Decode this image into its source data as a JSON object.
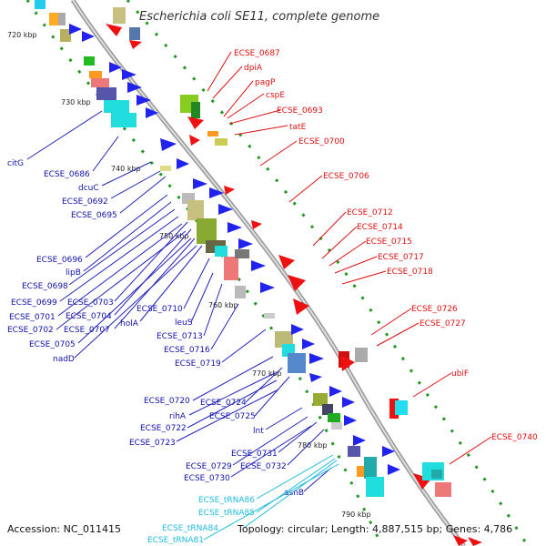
{
  "title": "Escherichia coli SE11, complete genome",
  "footer": {
    "accession": "Accession: NC_011415",
    "topology": "Topology: circular; Length: 4,887,515 bp; Genes: 4,786"
  },
  "colors": {
    "forward_label": "#dd1111",
    "reverse_label": "#1111aa",
    "trna_label": "#22bbdd",
    "backbone": "#888888",
    "tick_dash": "#228822"
  },
  "ticks": [
    "720 kbp",
    "730 kbp",
    "740 kbp",
    "750 kbp",
    "760 kbp",
    "770 kbp",
    "780 kbp",
    "790 kbp"
  ],
  "forward_labels": [
    "ECSE_0687",
    "dpiA",
    "pagP",
    "cspE",
    "ECSE_0693",
    "tatE",
    "ECSE_0700",
    "ECSE_0706",
    "ECSE_0712",
    "ECSE_0714",
    "ECSE_0715",
    "ECSE_0717",
    "ECSE_0718",
    "ECSE_0726",
    "ECSE_0727",
    "ubiF",
    "ECSE_0740"
  ],
  "reverse_labels": [
    "citG",
    "ECSE_0686",
    "dcuC",
    "ECSE_0692",
    "ECSE_0695",
    "ECSE_0696",
    "lipB",
    "ECSE_0698",
    "ECSE_0699",
    "ECSE_0703",
    "ECSE_0701",
    "ECSE_0704",
    "ECSE_0702",
    "ECSE_0707",
    "holA",
    "ECSE_0710",
    "ECSE_0705",
    "nadD",
    "leuS",
    "ECSE_0713",
    "ECSE_0716",
    "ECSE_0719",
    "ECSE_0720",
    "ECSE_0724",
    "rihA",
    "ECSE_0725",
    "ECSE_0722",
    "lnt",
    "ECSE_0723",
    "ECSE_0731",
    "ECSE_0729",
    "ECSE_0732",
    "ECSE_0730",
    "asnB"
  ],
  "trna_labels": [
    "ECSE_tRNA86",
    "ECSE_tRNA85",
    "ECSE_tRNA84",
    "ECSE_tRNA81"
  ]
}
